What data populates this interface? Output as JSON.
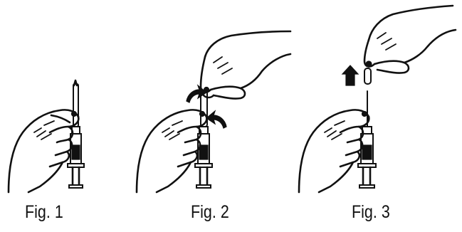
{
  "figures": [
    {
      "caption": "Fig. 1"
    },
    {
      "caption": "Fig. 2"
    },
    {
      "caption": "Fig. 3"
    }
  ],
  "colors": {
    "ink": "#111111",
    "background": "#ffffff"
  }
}
